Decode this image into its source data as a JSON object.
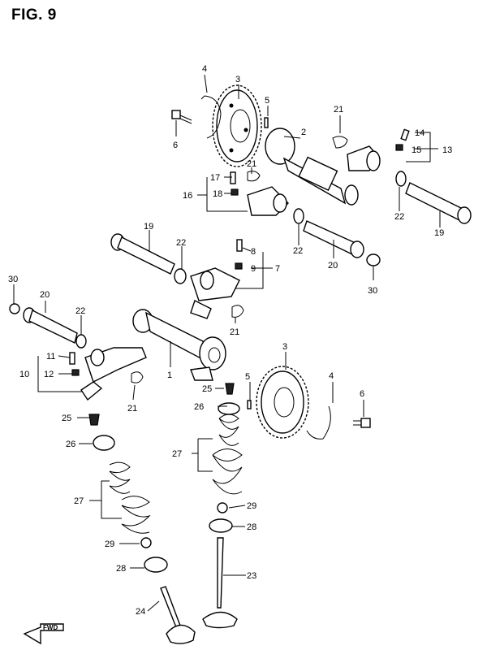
{
  "figure_title": "FIG. 9",
  "fwd_label": "FWD",
  "part_labels": {
    "p1": "1",
    "p2": "2",
    "p3a": "3",
    "p3b": "3",
    "p4a": "4",
    "p4b": "4",
    "p5a": "5",
    "p5b": "5",
    "p6a": "6",
    "p6b": "6",
    "p7": "7",
    "p8": "8",
    "p9": "9",
    "p10": "10",
    "p11": "11",
    "p12": "12",
    "p13": "13",
    "p14": "14",
    "p15": "15",
    "p16": "16",
    "p17": "17",
    "p18": "18",
    "p19a": "19",
    "p19b": "19",
    "p20a": "20",
    "p20b": "20",
    "p21a": "21",
    "p21b": "21",
    "p21c": "21",
    "p21d": "21",
    "p22a": "22",
    "p22b": "22",
    "p22c": "22",
    "p22d": "22",
    "p23": "23",
    "p24": "24",
    "p25a": "25",
    "p25b": "25",
    "p26a": "26",
    "p26b": "26",
    "p27a": "27",
    "p27b": "27",
    "p28a": "28",
    "p28b": "28",
    "p29a": "29",
    "p29b": "29",
    "p30a": "30",
    "p30b": "30"
  }
}
